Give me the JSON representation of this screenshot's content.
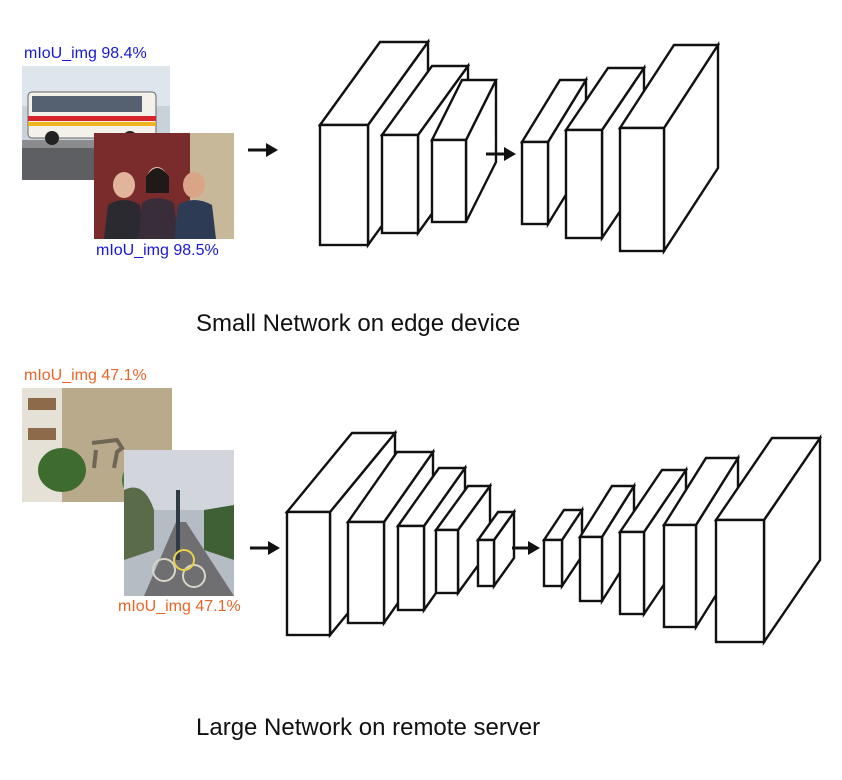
{
  "top": {
    "miou_upper": "mIoU_img 98.4%",
    "miou_lower": "mIoU_img 98.5%",
    "photo_upper": "bus photo",
    "photo_lower": "three people photo",
    "caption": "Small Network on edge device"
  },
  "bottom": {
    "miou_upper": "mIoU_img 47.1%",
    "miou_lower": "mIoU_img 47.1%",
    "photo_upper": "courtyard with horse statue photo",
    "photo_lower": "street with bicycles photo",
    "caption": "Large Network on remote server"
  },
  "colors": {
    "good_score": "#1717d6",
    "bad_score": "#e8652a"
  }
}
